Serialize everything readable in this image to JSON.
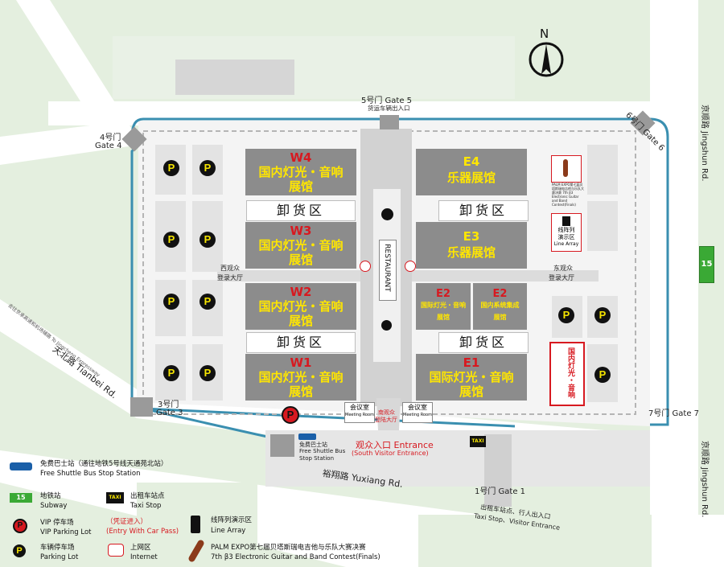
{
  "colors": {
    "green_area": "#e4efdf",
    "road": "#ffffff",
    "fence": "#3a8fb0",
    "venue_ground": "#f4f4f4",
    "hall": "#8c8c8c",
    "title_red": "#d71920",
    "title_yellow": "#ffe600",
    "parking_lot": "#e3e3e3",
    "subway_green": "#3aa935"
  },
  "compass": {
    "label": "N"
  },
  "roads": {
    "jingshun_top": "京顺路 Jingshun Rd.",
    "jingshun_bottom": "京顺路 Jingshun Rd.",
    "tianbei": "天北路 Tianbei Rd.",
    "yuxiang": "裕翔路 Yuxiang Rd.",
    "side_road_note": "去往京承高速和机场辅路 To Jingcheng Expressway"
  },
  "subway_sign": "15",
  "gates": {
    "g5": "5号门 Gate 5",
    "g5_sub": "货运车辆出入口",
    "g6": "6号门 Gate 6",
    "g4_cn": "4号门",
    "g4_en": "Gate 4",
    "g3_cn": "3号门",
    "g3_en": "Gate 3",
    "g7": "7号门 Gate 7",
    "g1": "1号门 Gate 1",
    "g1_sub1": "出租车站点、行人出入口",
    "g1_sub2": "Taxi Stop、Visitor Entrance"
  },
  "halls": {
    "w4": {
      "code": "W4",
      "l1": "国内灯光・音响",
      "l2": "展馆"
    },
    "w3": {
      "code": "W3",
      "l1": "国内灯光・音响",
      "l2": "展馆"
    },
    "w2": {
      "code": "W2",
      "l1": "国内灯光・音响",
      "l2": "展馆"
    },
    "w1": {
      "code": "W1",
      "l1": "国内灯光・音响",
      "l2": "展馆"
    },
    "e4": {
      "code": "E4",
      "l1": "乐器展馆"
    },
    "e3": {
      "code": "E3",
      "l1": "乐器展馆"
    },
    "e2a": {
      "code": "E2",
      "l1": "国际灯光・音响",
      "l2": "展馆"
    },
    "e2b": {
      "code": "E2",
      "l1": "国内系统集成",
      "l2": "展馆"
    },
    "e1": {
      "code": "E1",
      "l1": "国际灯光・音响",
      "l2": "展馆"
    }
  },
  "unloading": "卸货区",
  "restaurant": "RESTAURANT",
  "west_hall": {
    "l1": "西观众",
    "l2": "登录大厅"
  },
  "east_hall": {
    "l1": "东观众",
    "l2": "登录大厅"
  },
  "meeting_room": {
    "cn": "会议室",
    "en": "Meeting Room"
  },
  "south_hall": {
    "l1": "南观众",
    "l2": "登陆大厅"
  },
  "south_entrance": {
    "cn": "观众入口 Entrance",
    "en": "(South Visitor Entrance)"
  },
  "shuttle_stop": {
    "l1": "免费巴士站",
    "l2": "Free Shuttle Bus",
    "l3": "Stop Station"
  },
  "contest_box": "PALM EXPO第七届贝塔斯瑞电吉他与乐队大赛决赛 7th β3 Electronic Guitar and Band Contest(Finals)",
  "line_array_box": {
    "l1": "线阵列",
    "l2": "演示区",
    "l3": "Line Array"
  },
  "red_vertical_box": "国内灯光・音响",
  "taxi_word": "TAXI",
  "parking_letter": "P",
  "legend": {
    "bus_cn": "免费巴士站（通往地铁5号线天通苑北站）",
    "bus_en": "Free Shuttle Bus Stop Station",
    "subway_cn": "地铁站",
    "subway_en": "Subway",
    "taxi_cn": "出租车站点",
    "taxi_en": "Taxi Stop",
    "vip_cn": "VIP 停车场",
    "vip_en": "VIP Parking Lot",
    "pass_cn": "（凭证进入）",
    "pass_en": "(Entry With Car Pass)",
    "lot_cn": "车辆停车场",
    "lot_en": "Parking Lot",
    "internet_cn": "上网区",
    "internet_en": "Internet",
    "linearray_cn": "线阵列演示区",
    "linearray_en": "Line Array",
    "palm_cn": "PALM EXPO第七届贝塔斯瑞电吉他与乐队大赛决赛",
    "palm_en": "7th β3 Electronic Guitar and Band Contest(Finals)"
  }
}
